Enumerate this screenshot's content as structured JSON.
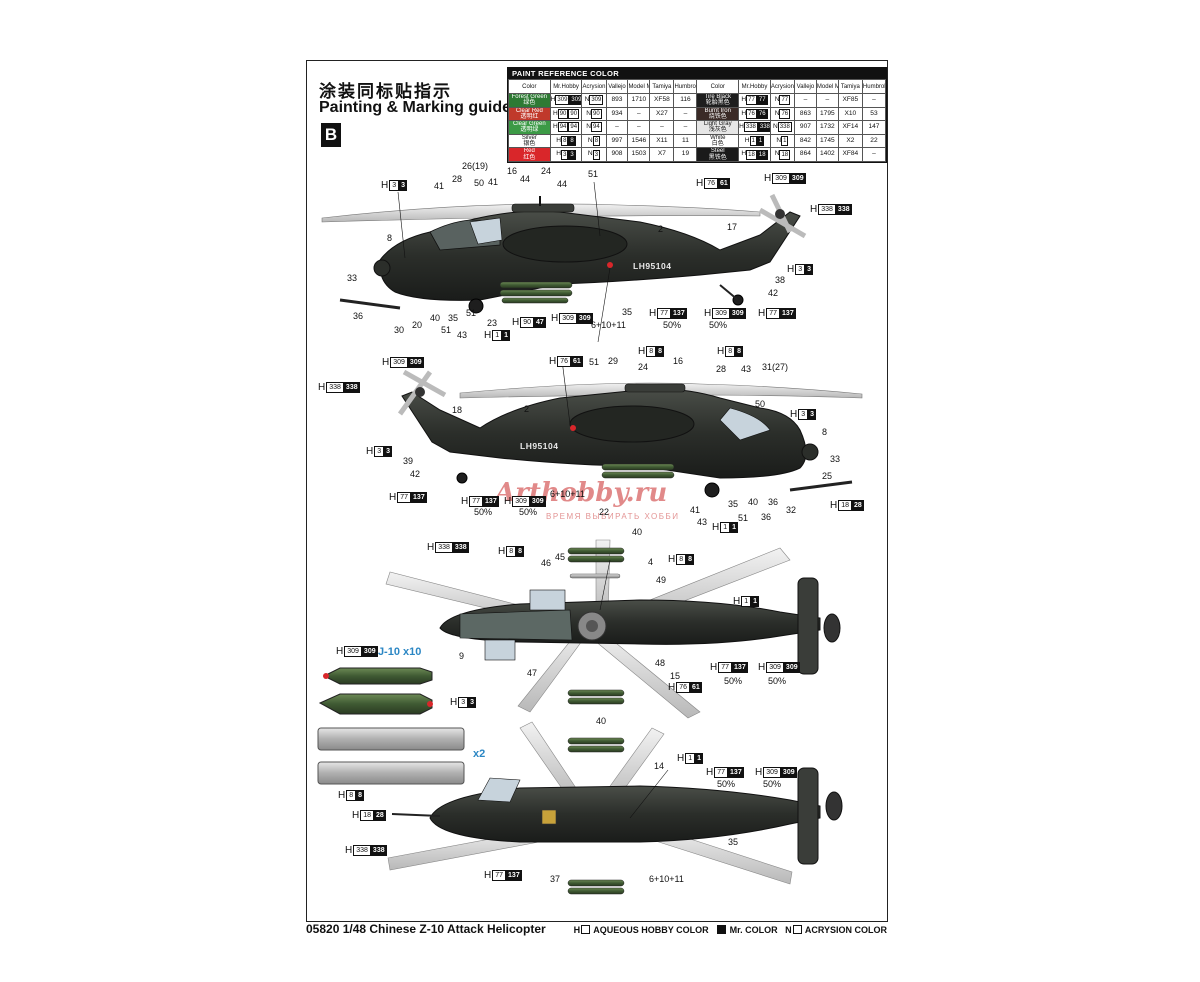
{
  "header": {
    "title_cn": "涂装同标贴指示",
    "title_en": "Painting & Marking guide",
    "scheme_letter": "B"
  },
  "paint_table": {
    "title": "PAINT  REFERENCE COLOR",
    "columns": [
      "Color",
      "Mr.Hobby",
      "Acrysion",
      "Vallejo",
      "Model Master",
      "Tamiya",
      "Humbrol"
    ],
    "left_rows": [
      {
        "en": "Forest Green",
        "cn": "绿色",
        "swatch": "#2e7a34",
        "hobby": "309",
        "hobby_black": true,
        "acry": "309",
        "vallejo": "893",
        "mm": "1710",
        "tamiya": "XF58",
        "humbrol": "116"
      },
      {
        "en": "Clear Red",
        "cn": "透明红",
        "swatch": "#c0392b",
        "hobby": "90",
        "hobby_black": false,
        "acry": "90",
        "vallejo": "934",
        "mm": "–",
        "tamiya": "X27",
        "humbrol": "–"
      },
      {
        "en": "Clear Green",
        "cn": "透明绿",
        "swatch": "#3c9a46",
        "hobby": "94",
        "hobby_black": false,
        "acry": "94",
        "vallejo": "–",
        "mm": "–",
        "tamiya": "–",
        "humbrol": "–"
      },
      {
        "en": "Silver",
        "cn": "银色",
        "swatch": "#ffffff",
        "hobby": "8",
        "hobby_black": true,
        "acry": "8",
        "vallejo": "997",
        "mm": "1546",
        "tamiya": "X11",
        "humbrol": "11"
      },
      {
        "en": "Red",
        "cn": "红色",
        "swatch": "#d9262a",
        "hobby": "3",
        "hobby_black": true,
        "acry": "3",
        "vallejo": "908",
        "mm": "1503",
        "tamiya": "X7",
        "humbrol": "19"
      }
    ],
    "right_rows": [
      {
        "en": "Tire Black",
        "cn": "轮胎黑色",
        "swatch": "#1e1e1e",
        "hobby": "77",
        "hobby_black": true,
        "acry": "77",
        "vallejo": "–",
        "mm": "–",
        "tamiya": "XF85",
        "humbrol": "–"
      },
      {
        "en": "Burnt Iron",
        "cn": "烧铁色",
        "swatch": "#3a2a26",
        "hobby": "76",
        "hobby_black": true,
        "acry": "76",
        "vallejo": "863",
        "mm": "1795",
        "tamiya": "X10",
        "humbrol": "53"
      },
      {
        "en": "Light Gray",
        "cn": "浅灰色",
        "swatch": "#e6e6e6",
        "hobby": "338",
        "hobby_black": true,
        "acry": "338",
        "vallejo": "907",
        "mm": "1732",
        "tamiya": "XF14",
        "humbrol": "147"
      },
      {
        "en": "White",
        "cn": "白色",
        "swatch": "#ffffff",
        "hobby": "1",
        "hobby_black": true,
        "acry": "1",
        "vallejo": "842",
        "mm": "1745",
        "tamiya": "X2",
        "humbrol": "22"
      },
      {
        "en": "Steel",
        "cn": "黑铁色",
        "swatch": "#1a1a1a",
        "hobby": "18",
        "hobby_black": true,
        "acry": "18",
        "vallejo": "864",
        "mm": "1402",
        "tamiya": "XF84",
        "humbrol": "–"
      }
    ]
  },
  "paint_tags": [
    {
      "h": "H",
      "w": "3",
      "k": "3"
    },
    {
      "h": "H",
      "w": "309",
      "k": "309"
    },
    {
      "h": "H",
      "w": "76",
      "k": "61"
    },
    {
      "h": "H",
      "w": "338",
      "k": "338"
    },
    {
      "h": "H",
      "w": "3",
      "k": "3"
    },
    {
      "h": "H",
      "w": "77",
      "k": "137"
    },
    {
      "h": "H",
      "w": "309",
      "k": "309"
    },
    {
      "h": "H",
      "w": "77",
      "k": "137"
    },
    {
      "h": "H",
      "w": "90",
      "k": "47"
    },
    {
      "h": "H",
      "w": "309",
      "k": "309"
    },
    {
      "h": "H",
      "w": "1",
      "k": "1"
    },
    {
      "h": "H",
      "w": "309",
      "k": "309"
    },
    {
      "h": "H",
      "w": "338",
      "k": "338"
    },
    {
      "h": "H",
      "w": "76",
      "k": "61"
    },
    {
      "h": "H",
      "w": "8",
      "k": "8"
    },
    {
      "h": "H",
      "w": "8",
      "k": "8"
    },
    {
      "h": "H",
      "w": "3",
      "k": "3"
    },
    {
      "h": "H",
      "w": "3",
      "k": "3"
    },
    {
      "h": "H",
      "w": "77",
      "k": "137"
    },
    {
      "h": "H",
      "w": "77",
      "k": "137"
    },
    {
      "h": "H",
      "w": "309",
      "k": "309"
    },
    {
      "h": "H",
      "w": "18",
      "k": "28"
    },
    {
      "h": "H",
      "w": "1",
      "k": "1"
    },
    {
      "h": "H",
      "w": "338",
      "k": "338"
    },
    {
      "h": "H",
      "w": "8",
      "k": "8"
    },
    {
      "h": "H",
      "w": "8",
      "k": "8"
    },
    {
      "h": "H",
      "w": "1",
      "k": "1"
    },
    {
      "h": "H",
      "w": "309",
      "k": "309"
    },
    {
      "h": "H",
      "w": "3",
      "k": "3"
    },
    {
      "h": "H",
      "w": "77",
      "k": "137"
    },
    {
      "h": "H",
      "w": "309",
      "k": "309"
    },
    {
      "h": "H",
      "w": "76",
      "k": "61"
    },
    {
      "h": "H",
      "w": "8",
      "k": "8"
    },
    {
      "h": "H",
      "w": "18",
      "k": "28"
    },
    {
      "h": "H",
      "w": "338",
      "k": "338"
    },
    {
      "h": "H",
      "w": "77",
      "k": "137"
    },
    {
      "h": "H",
      "w": "1",
      "k": "1"
    },
    {
      "h": "H",
      "w": "77",
      "k": "137"
    },
    {
      "h": "H",
      "w": "309",
      "k": "309"
    }
  ],
  "numbers_side1": [
    "26(19)",
    "28",
    "50",
    "41",
    "16",
    "44",
    "24",
    "44",
    "51",
    "41",
    "8",
    "17",
    "2",
    "33",
    "38",
    "42",
    "36",
    "30",
    "20",
    "40",
    "51",
    "35",
    "23",
    "35",
    "6+10+11",
    "43",
    "50%",
    "50%",
    "51"
  ],
  "numbers_side2": [
    "51",
    "29",
    "16",
    "24",
    "28",
    "43",
    "31(27)",
    "18",
    "2",
    "50",
    "8",
    "33",
    "39",
    "42",
    "25",
    "6+10+11",
    "36",
    "40",
    "51",
    "22",
    "32",
    "35",
    "36",
    "43",
    "41",
    "50%",
    "50%"
  ],
  "numbers_top": [
    "40",
    "45",
    "46",
    "4",
    "49",
    "9",
    "47",
    "48",
    "15",
    "40",
    "50%",
    "50%"
  ],
  "numbers_bottom": [
    "14",
    "35",
    "37",
    "6+10+11",
    "50%",
    "50%"
  ],
  "registration": "LH95104",
  "missile_label": "HJ-10 x10",
  "tank_label": "x2",
  "watermark": {
    "main": "Arthobby.ru",
    "sub": "ВРЕМЯ ВЫБИРАТЬ ХОББИ"
  },
  "legend": {
    "aqueous": "AQUEOUS HOBBY COLOR",
    "mr": "Mr. COLOR",
    "acrysion": "ACRYSION COLOR"
  },
  "footer": "05820 1/48  Chinese Z-10 Attack Helicopter",
  "colors": {
    "fuselage": "#2d302c",
    "rotor": "#e0e0e0",
    "missile_green": "#3f5a33"
  }
}
